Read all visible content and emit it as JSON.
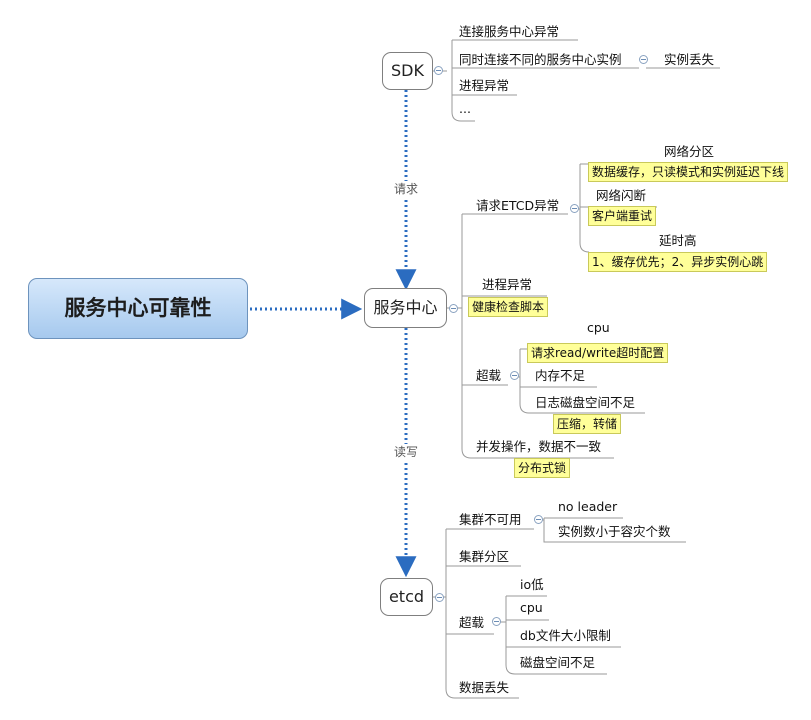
{
  "root": "服务中心可靠性",
  "relations": {
    "request": "请求",
    "readwrite": "读写"
  },
  "sdk": {
    "label": "SDK",
    "items": [
      "连接服务中心异常",
      "同时连接不同的服务中心实例",
      "进程异常",
      "..."
    ],
    "sub": "实例丢失"
  },
  "service": {
    "label": "服务中心",
    "etcd_error": {
      "label": "请求ETCD异常",
      "network_partition": "网络分区",
      "network_partition_note": "数据缓存，只读模式和实例延迟下线",
      "network_flap": "网络闪断",
      "network_flap_note": "客户端重试",
      "high_latency": "延时高",
      "high_latency_note": "1、缓存优先；2、异步实例心跳"
    },
    "process_error": {
      "label": "进程异常",
      "note": "健康检查脚本"
    },
    "overload": {
      "label": "超载",
      "cpu": "cpu",
      "cpu_note": "请求read/write超时配置",
      "memory": "内存不足",
      "disk": "日志磁盘空间不足",
      "disk_note": "压缩，转储"
    },
    "concurrency": {
      "label": "并发操作，数据不一致",
      "note": "分布式锁"
    }
  },
  "etcd": {
    "label": "etcd",
    "unavailable": {
      "label": "集群不可用",
      "children": [
        "no leader",
        "实例数小于容灾个数"
      ]
    },
    "partition": "集群分区",
    "overload": {
      "label": "超载",
      "children": [
        "io低",
        "cpu",
        "db文件大小限制",
        "磁盘空间不足"
      ]
    },
    "data_loss": "数据丢失"
  }
}
